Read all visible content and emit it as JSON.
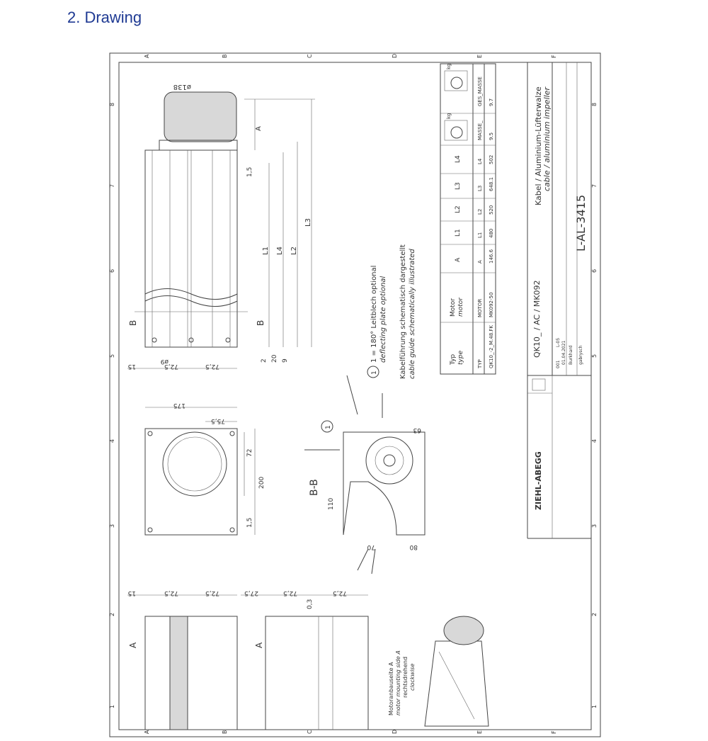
{
  "heading": "2. Drawing",
  "drawing": {
    "col_letters": [
      "A",
      "B",
      "C",
      "D",
      "E",
      "F"
    ],
    "row_numbers": [
      "1",
      "2",
      "3",
      "4",
      "5",
      "6",
      "7",
      "8"
    ],
    "table": {
      "headers": [
        "Typ",
        "type",
        "Motor",
        "motor",
        "A",
        "L1",
        "L2",
        "L3",
        "L4"
      ],
      "keys": [
        "TYP",
        "MOTOR",
        "A",
        "L1",
        "L2",
        "L3",
        "L4",
        "MASSE_",
        "GES_MASSE"
      ],
      "values": [
        "QK10_-2_M.48.FK",
        "MK092-50",
        "146.6",
        "480",
        "520",
        "648.1",
        "502",
        "9.5",
        "9.7"
      ],
      "kg": "kg"
    },
    "notes": {
      "n1": "1 = 180° Leitblech optional",
      "n1_en": "deflecting plate optional",
      "n2": "Kabelführung schematisch dargestellt",
      "n2_en": "cable guide schematically illustrated",
      "n3": "Motoranbauseite A",
      "n3_en": "motor mounting side A",
      "n4": "rechtsdrehend",
      "n4_en": "clockwise",
      "callout": "1"
    },
    "title_block": {
      "title_de": "Kabel / Aluminium-Lüfterwalze",
      "title_en": "cable / aluminium impeller",
      "designation": "QK10_ / AC / MK092",
      "index": "001",
      "version": "L-05",
      "date": "01.04.2021",
      "creator": "Burkhard",
      "approver": "gabrysch",
      "drawing_number": "L-AL-3415",
      "logo": "ZIEHL-ABEGG"
    },
    "dims": {
      "d138": "ø138",
      "A": "A",
      "L1": "L1",
      "L2": "L2",
      "L3": "L3",
      "L4": "L4",
      "d15": "1,5",
      "d2": "2",
      "d20": "20",
      "d9": "9",
      "d15b": "15",
      "d725": "72,5",
      "d9b": "ø9",
      "d175": "175",
      "d755": "75,5",
      "d72": "72",
      "d200": "200",
      "d63": "63",
      "d110": "110",
      "d70": "70",
      "d80": "80",
      "d275": "27,5",
      "d03": "0,3",
      "BB": "B-B",
      "B": "B"
    }
  }
}
